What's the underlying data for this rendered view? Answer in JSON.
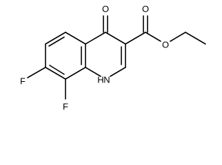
{
  "structure": {
    "atoms": {
      "o_ketone": "O",
      "o_carbonyl": "O",
      "o_ester": "O",
      "nh": "H",
      "n": "N",
      "f_upper": "F",
      "f_lower": "F"
    }
  },
  "colors": {
    "bond": "#000000",
    "background": "#ffffff"
  }
}
